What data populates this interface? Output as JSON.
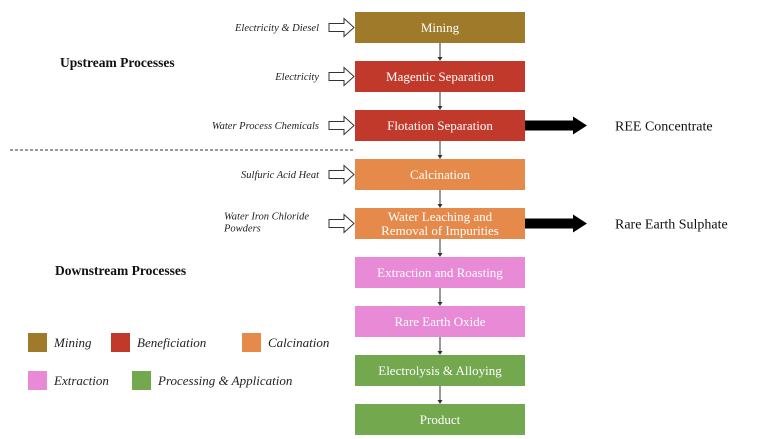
{
  "sections": {
    "upstream": "Upstream Processes",
    "downstream": "Downstream Processes"
  },
  "steps": [
    {
      "label": [
        "Mining"
      ],
      "category": "mining",
      "input": [
        "Electricity & Diesel"
      ]
    },
    {
      "label": [
        "Magentic Separation"
      ],
      "category": "beneficiation",
      "input": [
        "Electricity"
      ]
    },
    {
      "label": [
        "Flotation Separation"
      ],
      "category": "beneficiation",
      "input": [
        "Water Process Chemicals"
      ],
      "output": "REE Concentrate"
    },
    {
      "label": [
        "Calcination"
      ],
      "category": "calcination",
      "input": [
        "Sulfuric Acid Heat"
      ]
    },
    {
      "label": [
        "Water Leaching and",
        "Removal of Impurities"
      ],
      "category": "calcination",
      "input": [
        "Water Iron Chloride",
        "Powders"
      ],
      "output": "Rare Earth Sulphate"
    },
    {
      "label": [
        "Extraction and Roasting"
      ],
      "category": "extraction"
    },
    {
      "label": [
        "Rare Earth Oxide"
      ],
      "category": "extraction"
    },
    {
      "label": [
        "Electrolysis & Alloying"
      ],
      "category": "processing"
    },
    {
      "label": [
        "Product"
      ],
      "category": "processing"
    }
  ],
  "legend": [
    {
      "key": "mining",
      "label": "Mining",
      "color": "#a07a2b"
    },
    {
      "key": "beneficiation",
      "label": "Beneficiation",
      "color": "#c0392b"
    },
    {
      "key": "calcination",
      "label": "Calcination",
      "color": "#e58a4b"
    },
    {
      "key": "extraction",
      "label": "Extraction",
      "color": "#e98ad6"
    },
    {
      "key": "processing",
      "label": "Processing & Application",
      "color": "#73a84f"
    }
  ]
}
